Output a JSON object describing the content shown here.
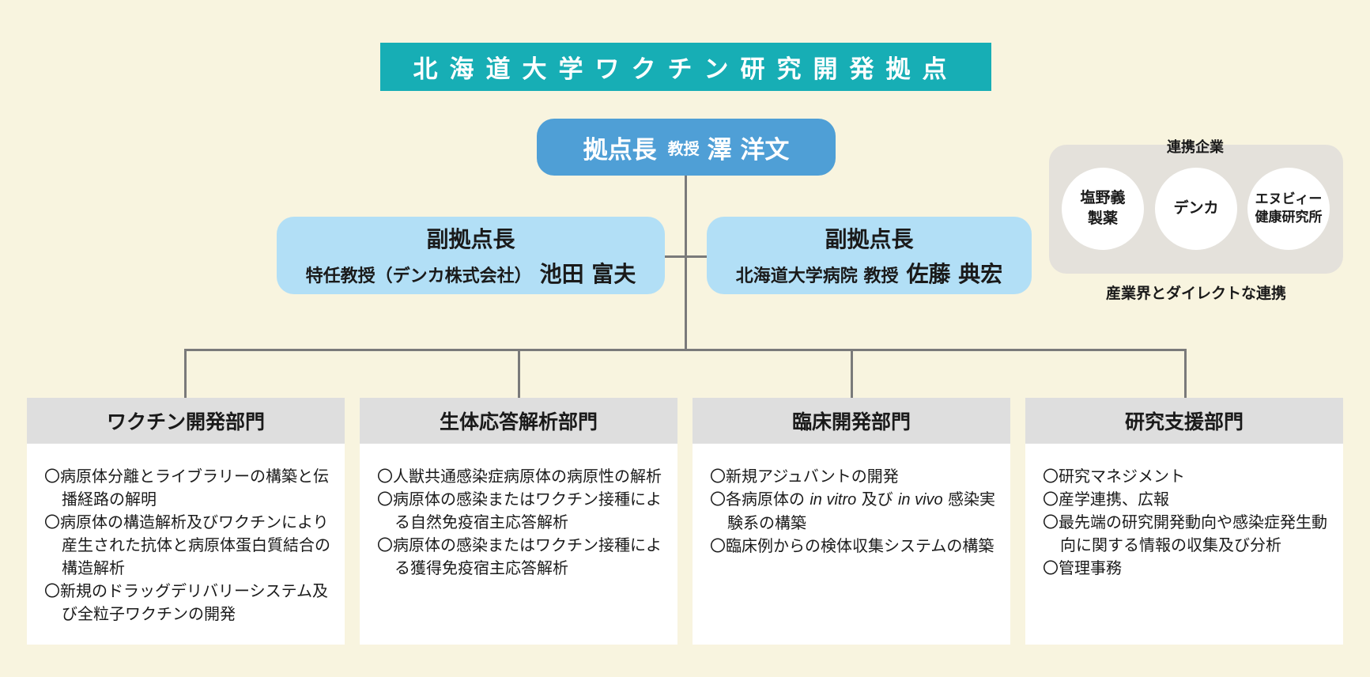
{
  "title": "北海道大学ワクチン研究開発拠点",
  "director": {
    "role": "拠点長",
    "rank": "教授",
    "name": "澤 洋文"
  },
  "deputies": [
    {
      "role": "副拠点長",
      "affiliation": "特任教授（デンカ株式会社）",
      "name": "池田 富夫"
    },
    {
      "role": "副拠点長",
      "affiliation": "北海道大学病院 教授",
      "name": "佐藤 典宏"
    }
  ],
  "partners": {
    "label": "連携企業",
    "companies": [
      "塩野義\n製薬",
      "デンカ",
      "エヌビィー\n健康研究所"
    ],
    "caption": "産業界とダイレクトな連携"
  },
  "departments": [
    {
      "name": "ワクチン開発部門",
      "items": [
        "〇病原体分離とライブラリーの構築と伝播経路の解明",
        "〇病原体の構造解析及びワクチンにより産生された抗体と病原体蛋白質結合の構造解析",
        "〇新規のドラッグデリバリーシステム及び全粒子ワクチンの開発"
      ]
    },
    {
      "name": "生体応答解析部門",
      "items": [
        "〇人獣共通感染症病原体の病原性の解析",
        "〇病原体の感染またはワクチン接種による自然免疫宿主応答解析",
        "〇病原体の感染またはワクチン接種による獲得免疫宿主応答解析"
      ]
    },
    {
      "name": "臨床開発部門",
      "items": [
        "〇新規アジュバントの開発",
        "〇各病原体の in vitro 及び in vivo 感染実験系の構築",
        "〇臨床例からの検体収集システムの構築"
      ]
    },
    {
      "name": "研究支援部門",
      "items": [
        "〇研究マネジメント",
        "〇産学連携、広報",
        "〇最先端の研究開発動向や感染症発生動向に関する情報の収集及び分析",
        "〇管理事務"
      ]
    }
  ]
}
